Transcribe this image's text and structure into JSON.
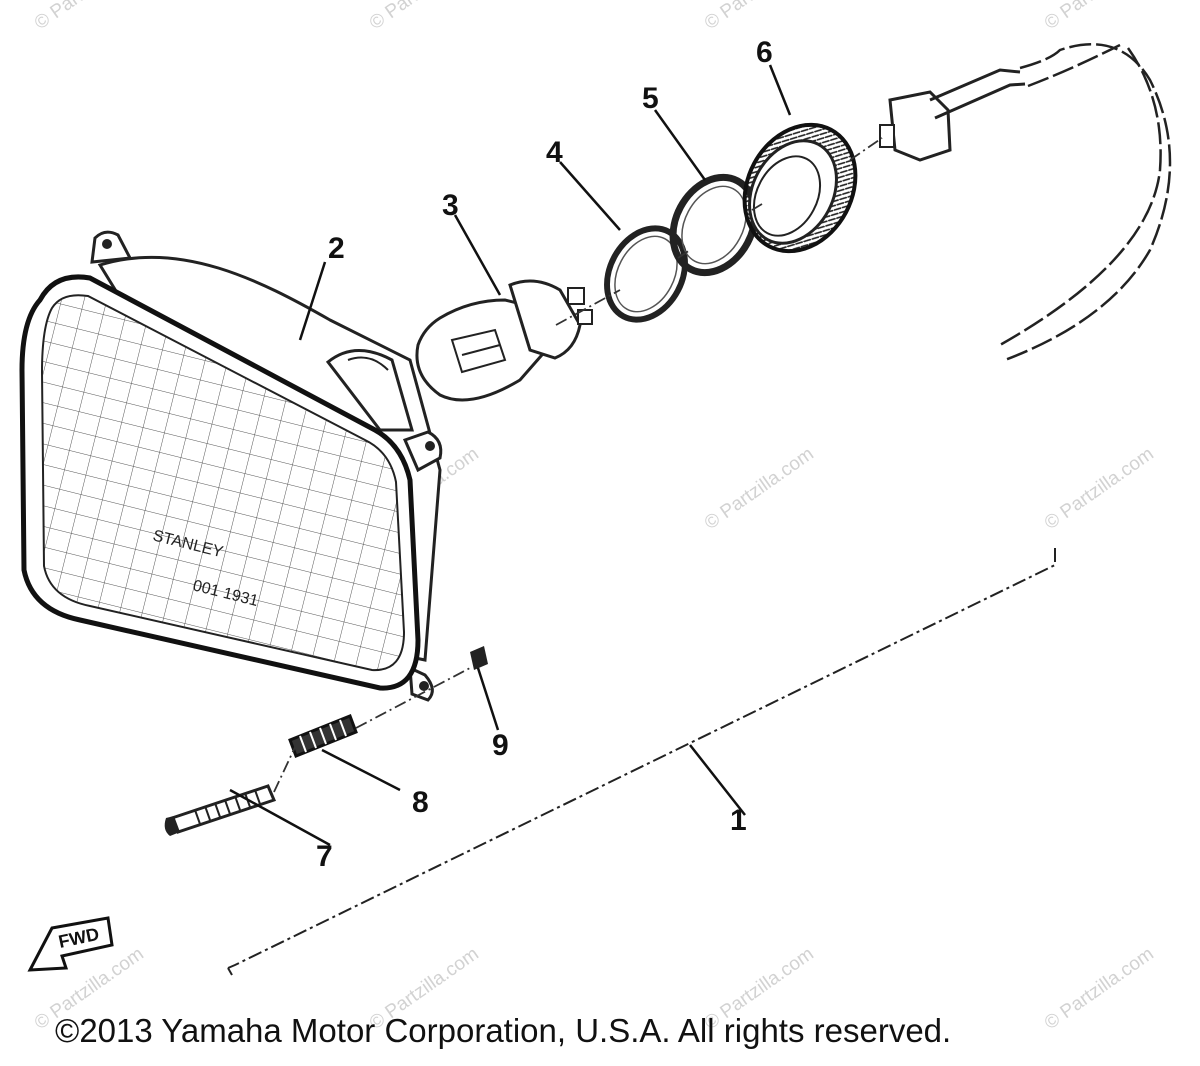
{
  "watermark": "© Partzilla.com",
  "copyright": "©2013 Yamaha Motor Corporation, U.S.A. All rights reserved.",
  "fwd_marker": "FWD",
  "parts": [
    {
      "number": "1",
      "name": "headlight-assembly"
    },
    {
      "number": "2",
      "name": "headlight-unit"
    },
    {
      "number": "3",
      "name": "bulb"
    },
    {
      "number": "4",
      "name": "ring-4"
    },
    {
      "number": "5",
      "name": "ring-5"
    },
    {
      "number": "6",
      "name": "socket-cover"
    },
    {
      "number": "7",
      "name": "screw"
    },
    {
      "number": "8",
      "name": "spring"
    },
    {
      "number": "9",
      "name": "nut"
    }
  ],
  "lens_text": {
    "line1": "STANLEY",
    "line2": "001  1931"
  }
}
